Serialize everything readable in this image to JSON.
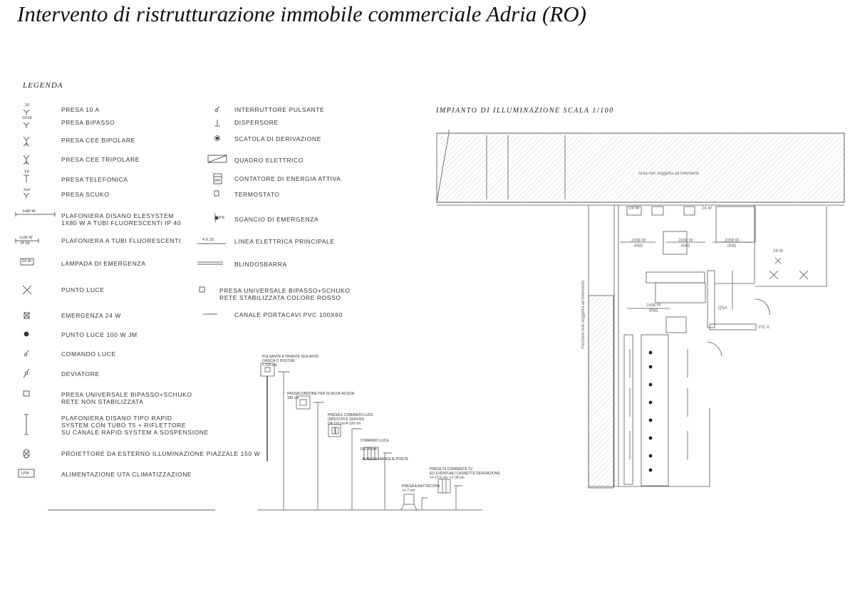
{
  "title": "Intervento di ristrutturazione immobile commerciale Adria (RO)",
  "legend": {
    "heading": "LEGENDA",
    "left": [
      {
        "icon": "socket-10a-icon",
        "label": "PRESA 10 A"
      },
      {
        "icon": "socket-bipasso-icon",
        "label": "PRESA BIPASSO"
      },
      {
        "icon": "cee-bipolar-socket-icon",
        "label": "PRESA CEE BIPOLARE"
      },
      {
        "icon": "cee-tripolar-socket-icon",
        "label": "PRESA CEE TRIPOLARE"
      },
      {
        "icon": "telephone-socket-icon",
        "label": "PRESA TELEFONICA"
      },
      {
        "icon": "schuko-socket-icon",
        "label": "PRESA SCUKO"
      },
      {
        "icon": "elesystem-fixture-icon",
        "label": "PLAFONIERA DISANO ELESYSTEM\n1X80 W A TUBI FLUORESCENTI IP 40"
      },
      {
        "icon": "fluorescent-fixture-icon",
        "label": "PLAFONIERA A TUBI FLUORESCENTI"
      },
      {
        "icon": "emergency-lamp-icon",
        "label": "LAMPADA DI EMERGENZA"
      },
      {
        "icon": "light-point-icon",
        "label": "PUNTO LUCE"
      },
      {
        "icon": "emergency-24w-icon",
        "label": "EMERGENZA 24 W"
      },
      {
        "icon": "light-point-100w-icon",
        "label": "PUNTO LUCE 100 W JM"
      },
      {
        "icon": "light-switch-icon",
        "label": "COMANDO LUCE"
      },
      {
        "icon": "deviator-icon",
        "label": "DEVIATORE"
      },
      {
        "icon": "universal-socket-icon",
        "label": "PRESA UNIVERSALE BIPASSO+SCHUKO\nRETE NON STABILIZZATA"
      },
      {
        "icon": "rapid-fixture-icon",
        "label": "PLAFONIERA DISANO TIPO RAPID\nSYSTEM CON TUBO T5 + RIFLETTORE\nSU CANALE RAPID SYSTEM A SOSPENSIONE"
      },
      {
        "icon": "floodlight-icon",
        "label": "PROIETTORE DA ESTERNO ILLUMINAZIONE PIAZZALE 150 W"
      },
      {
        "icon": "uta-icon",
        "label": "ALIMENTAZIONE UTA CLIMATIZZAZIONE"
      }
    ],
    "right": [
      {
        "icon": "push-switch-icon",
        "label": "INTERRUTTORE PULSANTE"
      },
      {
        "icon": "ground-icon",
        "label": "DISPERSORE"
      },
      {
        "icon": "junction-box-icon",
        "label": "SCATOLA DI DERIVAZIONE"
      },
      {
        "icon": "electrical-panel-icon",
        "label": "QUADRO ELETTRICO"
      },
      {
        "icon": "energy-meter-icon",
        "label": "CONTATORE DI ENERGIA ATTIVA"
      },
      {
        "icon": "thermostat-icon",
        "label": "TERMOSTATO"
      },
      {
        "icon": "emergency-release-icon",
        "label": "SGANCIO DI EMERGENZA"
      },
      {
        "icon": "main-line-icon",
        "label": "LINEA ELETTRICA PRINCIPALE"
      },
      {
        "icon": "busbar-icon",
        "label": "BLINDOSBARRA"
      },
      {
        "icon": "universal-socket-red-icon",
        "label": "PRESA UNIVERSALE BIPASSO+SCHUKO\nRETE STABILIZZATA COLORE ROSSO"
      },
      {
        "icon": "cable-tray-icon",
        "label": "CANALE PORTACAVI PVC 100X60"
      }
    ],
    "symbol_text": {
      "socket10": "10",
      "bipasso": "10/16",
      "tel": "TP",
      "schuko": "Sch",
      "elesystem": "1x80 W",
      "fluo": "1x36 W",
      "fluo_ip": "IP 65",
      "emerg": "24 W",
      "meter": "Wh",
      "sgancio": "P.E.",
      "line": "4 X 25",
      "uta": "UTA"
    }
  },
  "elevation": {
    "items": [
      "PULSANTE A TIRANTE ISOLANTE\n(VASCA O DOCCIA)\n> 225 cm",
      "PASSACORDONE PER SCALDA-ACQUA\n180 cm",
      "PRESA E COMANDO LUCE\n(SPECCHI E SERVIZI)\nDA 110 cm A 120 cm",
      "COMANDO LUCE\n\n100-90 cm",
      "PRESA A BATTISCOPA\n>= 7 cm",
      "PRESE DI CORRENTE TV\nED EVENTUALI CASSETTE DERIVAZIONE\n>= 17.5 cm  <= 30 cm"
    ],
    "door_note": "ALTEZZA MANIGLIE PORTE"
  },
  "plan": {
    "heading": "IMPIANTO DI ILLUMINAZIONE SCALA 1/100",
    "area_note": "Area non soggetta ad intervento",
    "side_note": "Porzione non soggetta ad intervento",
    "fixture_label": "2x58 W",
    "fixture_ip": "IP65",
    "emergency_label": "24 W",
    "pea_label": "P.E.A.",
    "panel_label": "QSA"
  }
}
